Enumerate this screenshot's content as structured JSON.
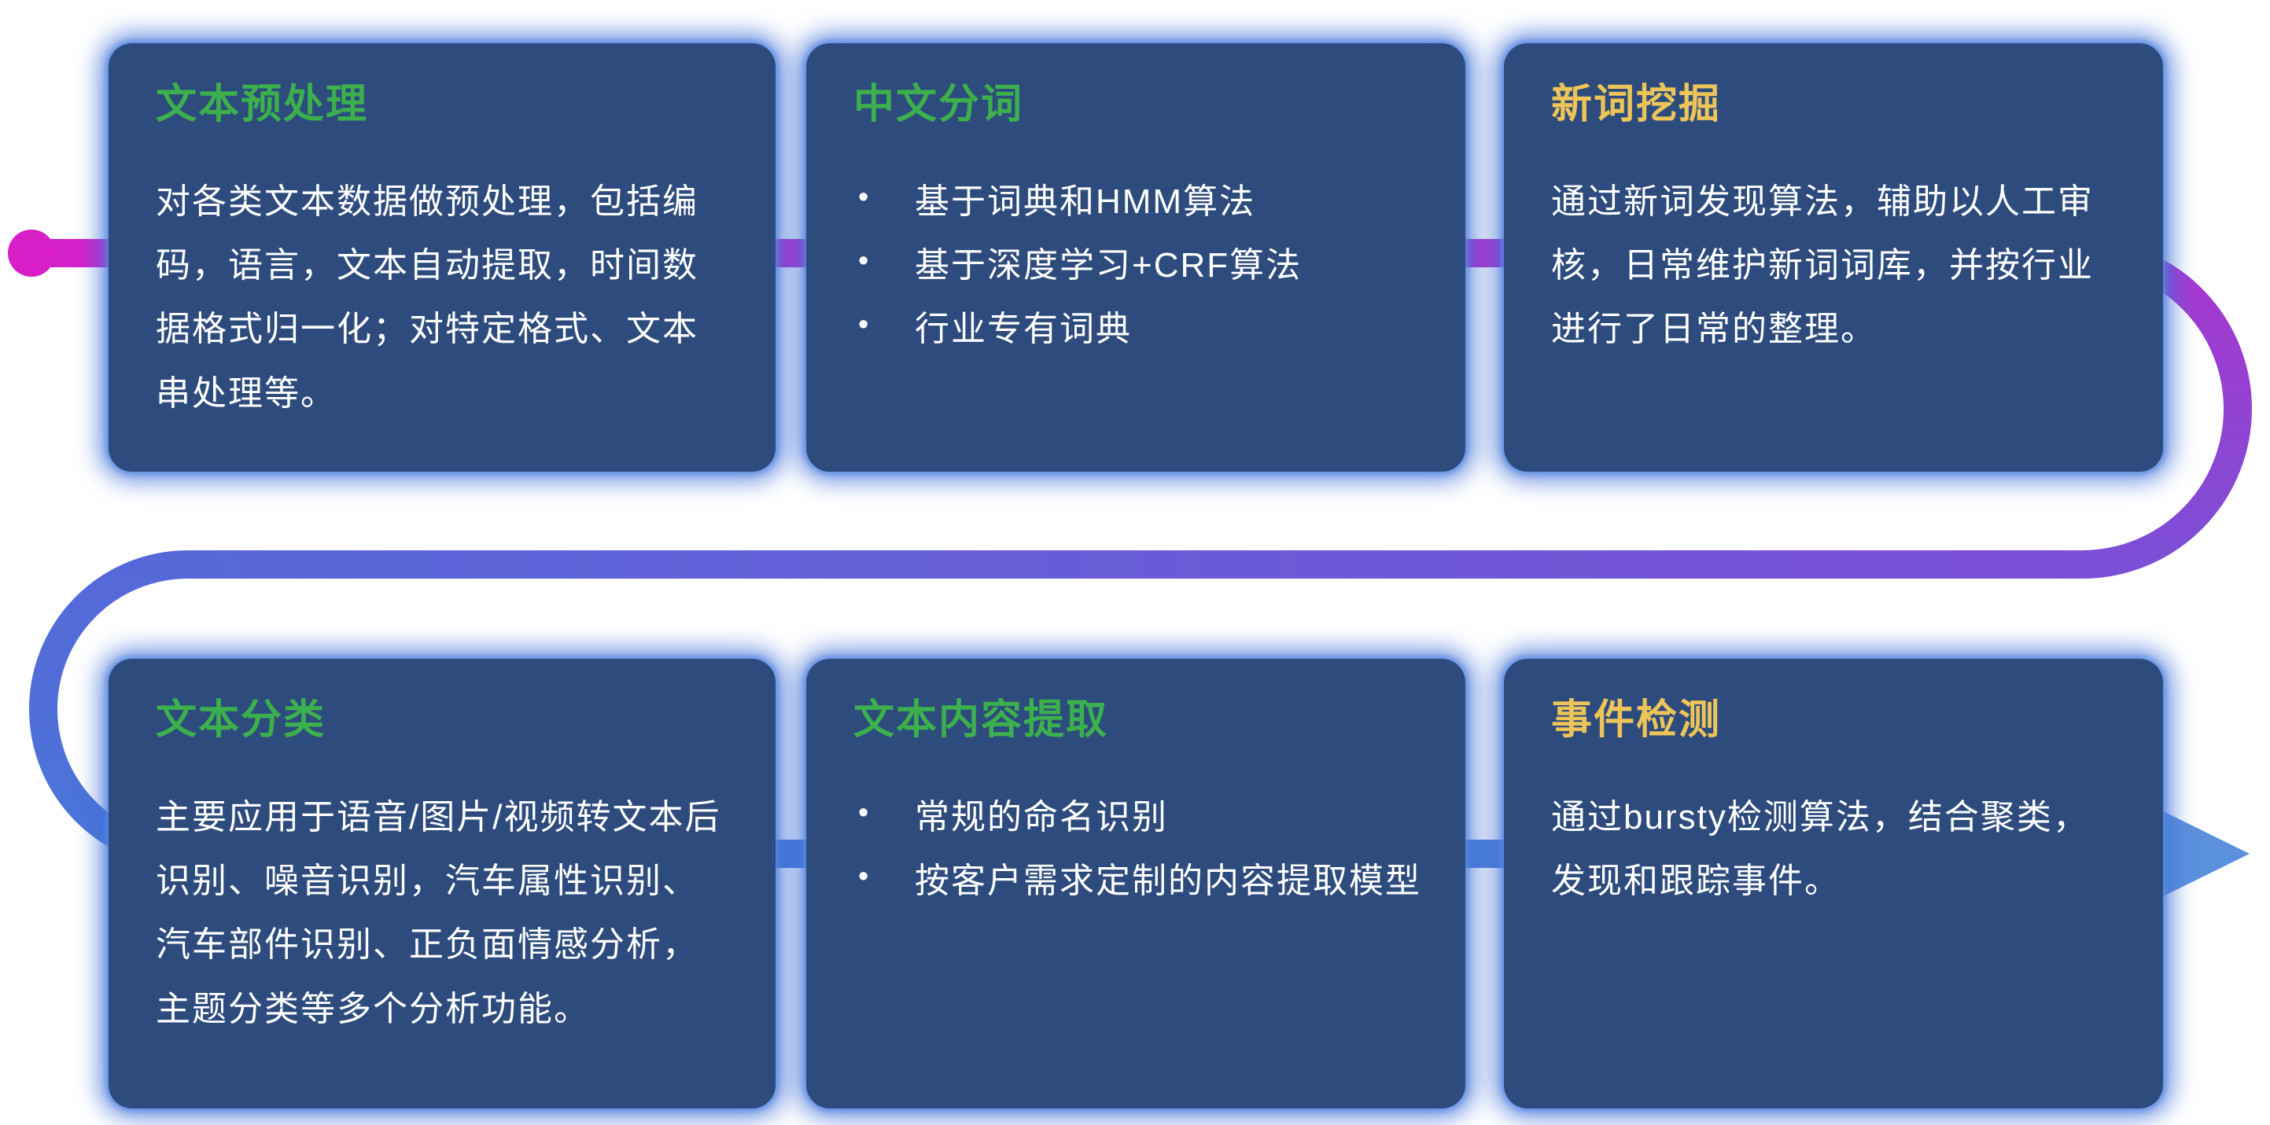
{
  "page": {
    "background": "#ffffff"
  },
  "flow": {
    "start_dot_color": "#d81ec6",
    "line_colors": [
      "#d420c8",
      "#a936cf",
      "#7b4fd6",
      "#5668d8",
      "#4a76d8",
      "#4f86dc"
    ],
    "arrow_color": "#5b90dd"
  },
  "card_style": {
    "background": "#2d4c7d",
    "glow": "#4070d6",
    "green_title": "#3bb04d",
    "yellow_title": "#edc458",
    "body_text": "#ffffff"
  },
  "cards": [
    {
      "id": "text-preprocessing",
      "title": "文本预处理",
      "title_color": "#3bb04d",
      "body": "对各类文本数据做预处理，包括编码，语言，文本自动提取，时间数据格式归一化；对特定格式、文本串处理等。"
    },
    {
      "id": "chinese-word-segmentation",
      "title": "中文分词",
      "title_color": "#3bb04d",
      "bullets": [
        "基于词典和HMM算法",
        "基于深度学习+CRF算法",
        "行业专有词典"
      ]
    },
    {
      "id": "new-word-mining",
      "title": "新词挖掘",
      "title_color": "#edc458",
      "body": "通过新词发现算法，辅助以人工审核，日常维护新词词库，并按行业进行了日常的整理。"
    },
    {
      "id": "text-classification",
      "title": "文本分类",
      "title_color": "#3bb04d",
      "body": "主要应用于语音/图片/视频转文本后识别、噪音识别，汽车属性识别、汽车部件识别、正负面情感分析，主题分类等多个分析功能。"
    },
    {
      "id": "text-content-extraction",
      "title": "文本内容提取",
      "title_color": "#3bb04d",
      "bullets": [
        "常规的命名识别",
        "按客户需求定制的内容提取模型"
      ]
    },
    {
      "id": "event-detection",
      "title": "事件检测",
      "title_color": "#edc458",
      "body": "通过bursty检测算法，结合聚类，发现和跟踪事件。"
    }
  ]
}
